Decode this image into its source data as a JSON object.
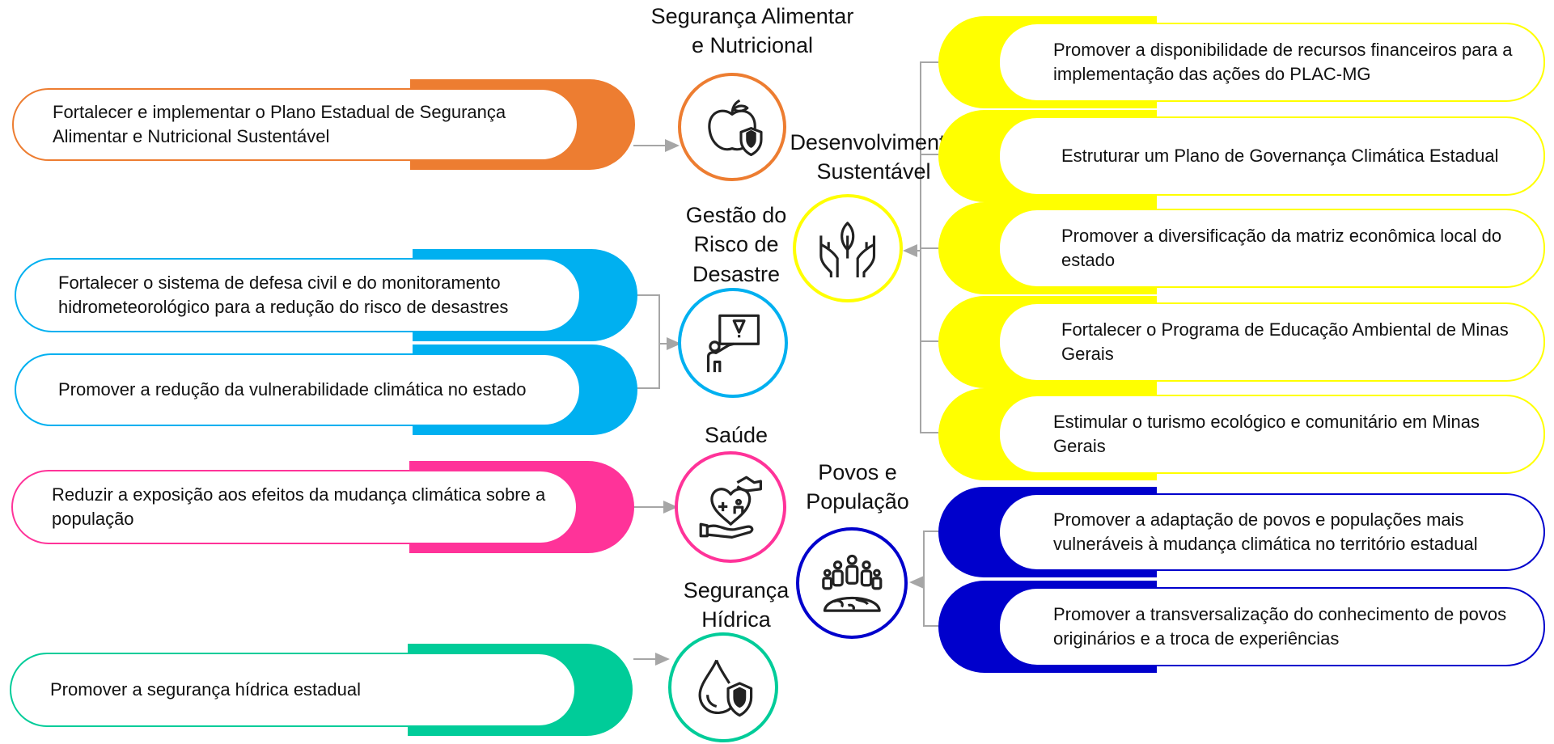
{
  "colors": {
    "food": "#ED7D31",
    "risk": "#00B0F0",
    "health": "#FF3399",
    "water": "#00CC99",
    "sustainable": "#FFFF00",
    "peoples": "#0000CC",
    "connector": "#A6A6A6"
  },
  "themes": {
    "food": {
      "title": "Segurança Alimentar\ne Nutricional",
      "icon": "apple-shield-icon"
    },
    "risk": {
      "title": "Gestão do\nRisco de\nDesastre",
      "icon": "warning-sign-person-icon"
    },
    "health": {
      "title": "Saúde",
      "icon": "hand-heart-care-icon"
    },
    "water": {
      "title": "Segurança\nHídrica",
      "icon": "water-drop-shield-icon"
    },
    "sustainable": {
      "title": "Desenvolvimento\nSustentável",
      "icon": "hands-leaf-icon"
    },
    "peoples": {
      "title": "Povos e\nPopulação",
      "icon": "people-globe-icon"
    }
  },
  "actions": {
    "food": [
      "Fortalecer e implementar  o Plano Estadual de Segurança Alimentar e Nutricional Sustentável"
    ],
    "risk": [
      "Fortalecer o sistema de defesa civil e  do monitoramento hidrometeorológico para a redução do risco de desastres",
      "Promover a redução da vulnerabilidade climática no estado"
    ],
    "health": [
      "Reduzir a exposição aos efeitos da mudança climática sobre a população"
    ],
    "water": [
      "Promover a segurança hídrica estadual"
    ],
    "sustainable": [
      "Promover a disponibilidade de recursos financeiros para a implementação das ações do PLAC-MG",
      "Estruturar um Plano de Governança Climática Estadual",
      "Promover a diversificação da matriz econômica local do estado",
      "Fortalecer o Programa de Educação Ambiental de Minas Gerais",
      "Estimular o turismo ecológico e comunitário em Minas Gerais"
    ],
    "peoples": [
      "Promover a adaptação de povos e populações mais vulneráveis à mudança climática no território estadual",
      "Promover a transversalização do conhecimento de povos originários e a troca de experiências"
    ]
  }
}
